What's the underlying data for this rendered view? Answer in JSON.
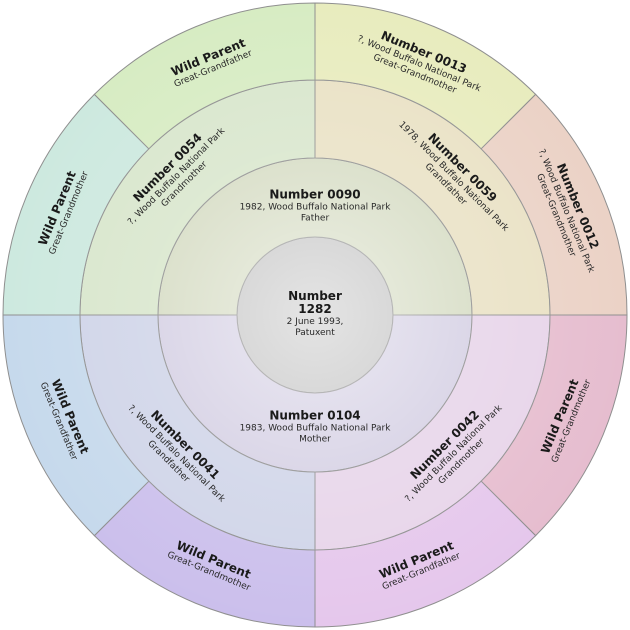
{
  "center": {
    "name_lines": [
      "Number",
      "1282"
    ],
    "detail_lines": [
      "2 June 1993,",
      "Patuxent"
    ],
    "color": "#c4c4c4"
  },
  "parents": {
    "father": {
      "name": "Number 0090",
      "detail": "1982, Wood Buffalo National Park",
      "relation": "Father",
      "color": "#d6dcc4"
    },
    "mother": {
      "name": "Number 0104",
      "detail": "1983, Wood Buffalo National Park",
      "relation": "Mother",
      "color": "#d5d0e4"
    }
  },
  "grandparents": [
    {
      "name": "Number 0059",
      "detail": "1978, Wood Buffalo National Park",
      "relation": "Grandfather",
      "color": "#e9e1c4"
    },
    {
      "name": "Number 0042",
      "detail": "?, Wood Buffalo National Park",
      "relation": "Grandmother",
      "color": "#e7d4e9"
    },
    {
      "name": "Number 0041",
      "detail": "?, Wood Buffalo National Park",
      "relation": "Grandfather",
      "color": "#cfd4e8"
    },
    {
      "name": "Number 0054",
      "detail": "?, Wood Buffalo National Park",
      "relation": "Grandmother",
      "color": "#d8e6cc"
    }
  ],
  "great_grandparents": [
    {
      "name": "Number 0013",
      "detail": "?, Wood Buffalo National Park",
      "relation": "Great-Grandmother",
      "color": "#e8ecbe"
    },
    {
      "name": "Number 0012",
      "detail": "?, Wood Buffalo National Park",
      "relation": "Great-Grandmother",
      "color": "#ebd2c6"
    },
    {
      "name": "Wild Parent",
      "detail": "",
      "relation": "Great-Grandmother",
      "color": "#e6bdcf"
    },
    {
      "name": "Wild Parent",
      "detail": "",
      "relation": "Great-Grandfather",
      "color": "#e5c7ec"
    },
    {
      "name": "Wild Parent",
      "detail": "",
      "relation": "Great-Grandmother",
      "color": "#cbbfec"
    },
    {
      "name": "Wild Parent",
      "detail": "",
      "relation": "Great-Grandfather",
      "color": "#c6d9ec"
    },
    {
      "name": "Wild Parent",
      "detail": "",
      "relation": "Great-Grandmother",
      "color": "#cde9df"
    },
    {
      "name": "Wild Parent",
      "detail": "",
      "relation": "Great-Grandfather",
      "color": "#d7ecc3"
    }
  ]
}
